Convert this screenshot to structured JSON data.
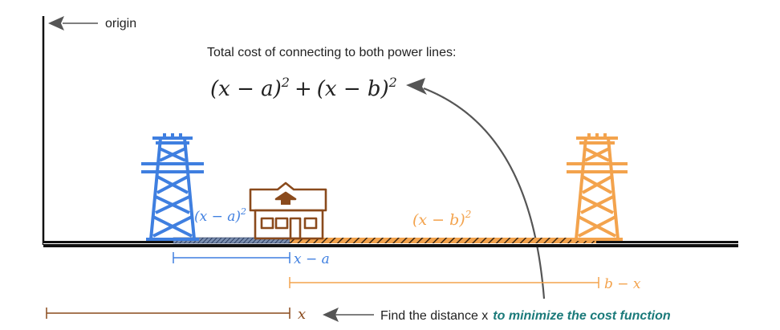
{
  "labels": {
    "origin": "origin",
    "total_cost_caption": "Total cost of connecting to both power lines:",
    "cost_formula_part1": "(x − a)",
    "cost_formula_sup1": "2",
    "cost_formula_plus": "+",
    "cost_formula_part2": "(x − b)",
    "cost_formula_sup2": "2",
    "blue_cost_term": "(x − a)",
    "blue_cost_sup": "2",
    "orange_cost_term": "(x − b)",
    "orange_cost_sup": "2",
    "x_minus_a": "x − a",
    "b_minus_x": "b − x",
    "x_label": "x",
    "find_prefix": "Find the distance x",
    "find_emphasis": "to minimize the cost function"
  },
  "colors": {
    "blue": "#3f7fe0",
    "orange": "#f3a34d",
    "brown": "#8a4a1c",
    "teal": "#1b7a7a",
    "ground": "#111111",
    "arrow_gray": "#555555"
  },
  "icons": {
    "left_tower": "power-tower-icon",
    "right_tower": "power-tower-icon",
    "house": "house-icon"
  }
}
